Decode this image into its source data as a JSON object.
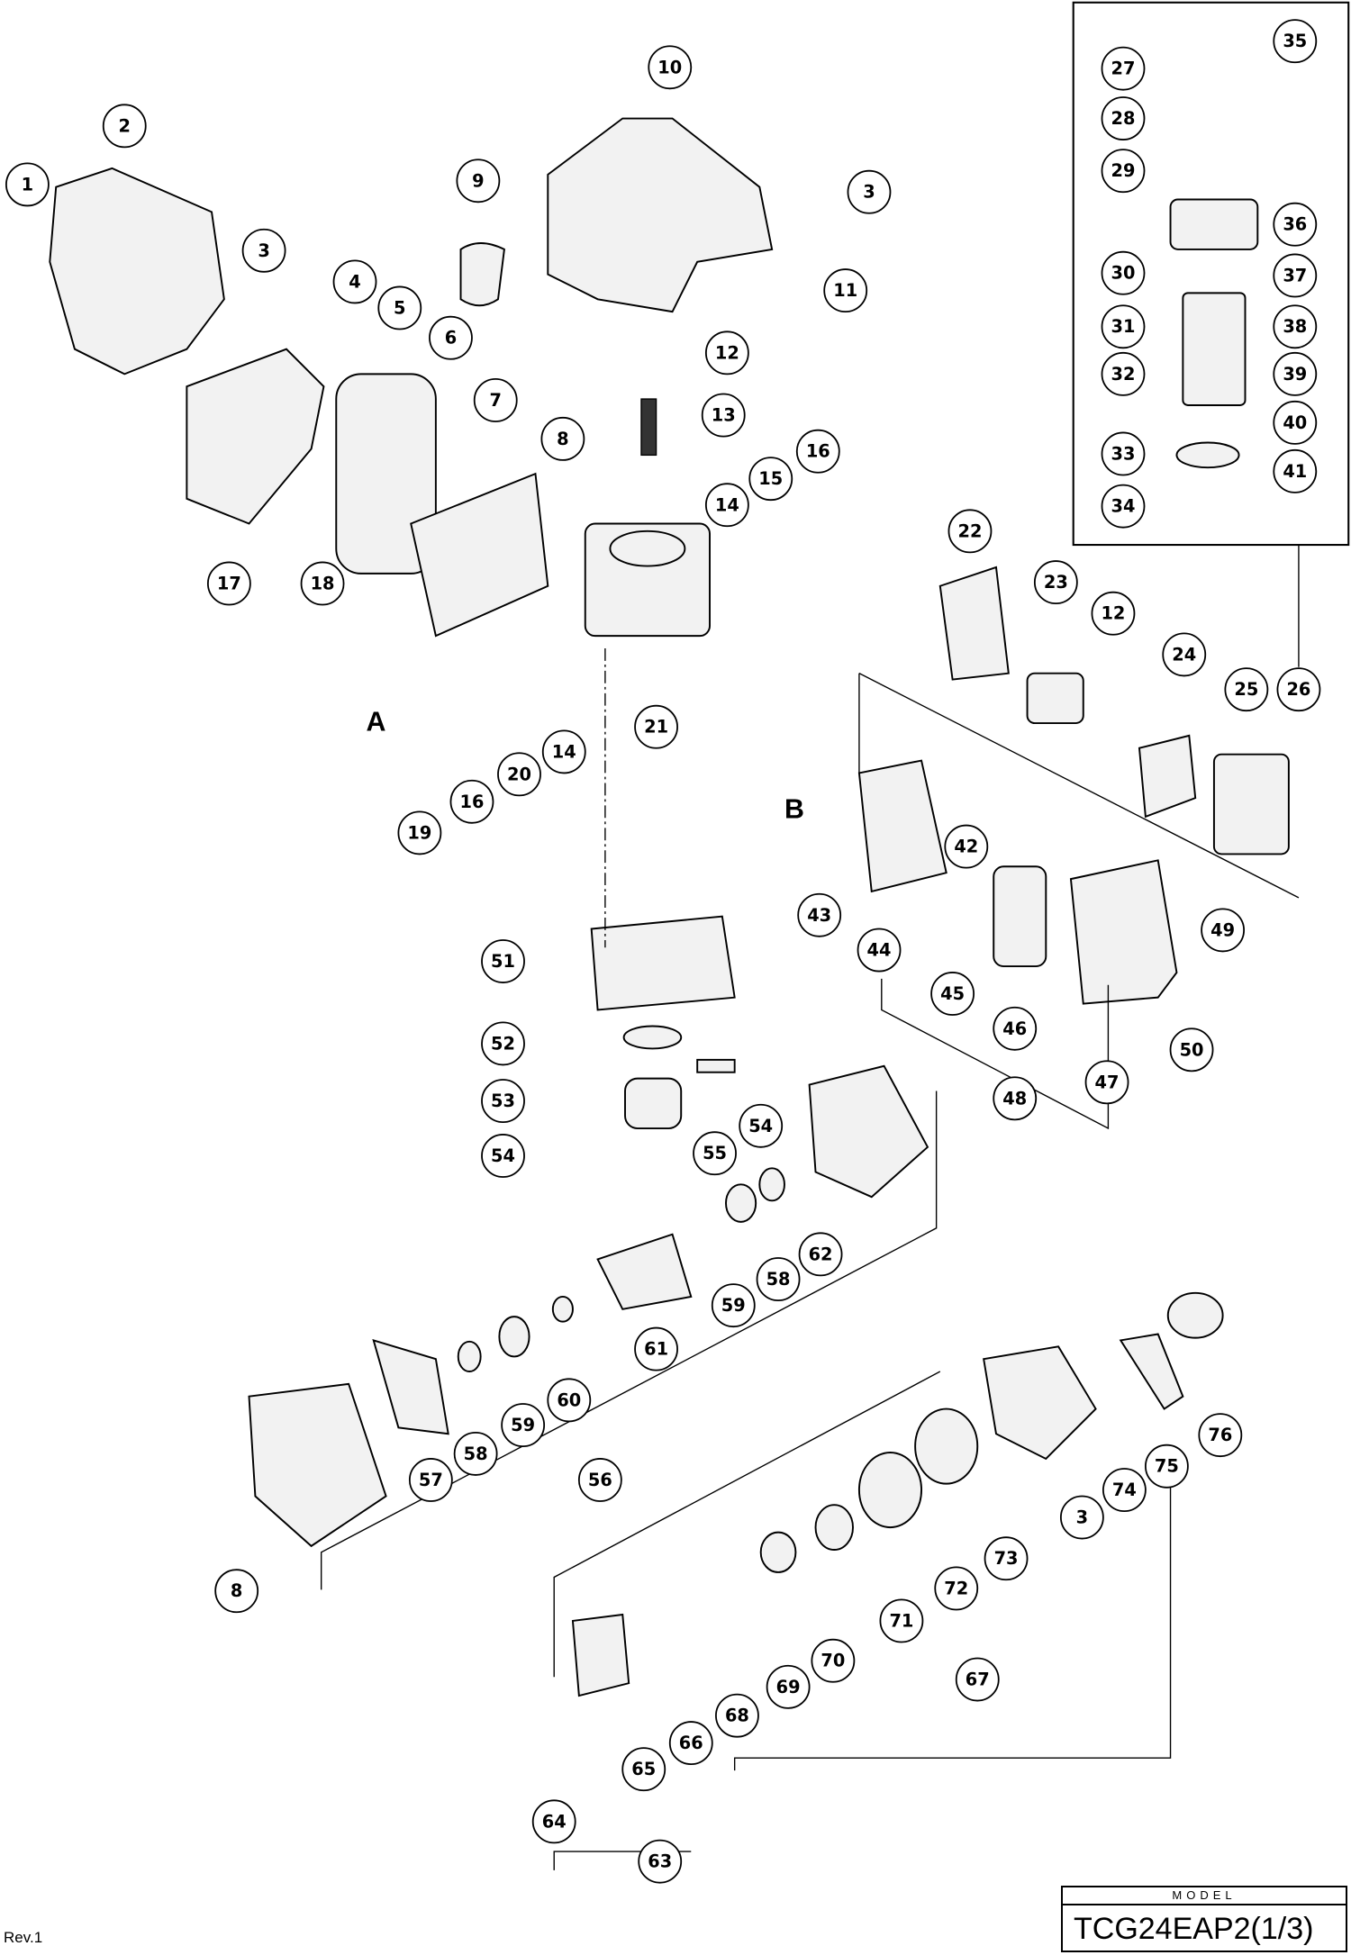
{
  "diagram": {
    "section_labels": [
      "A",
      "B"
    ],
    "callouts": [
      "1",
      "2",
      "3",
      "4",
      "5",
      "6",
      "7",
      "8",
      "9",
      "10",
      "3",
      "11",
      "12",
      "13",
      "14",
      "15",
      "16",
      "17",
      "18",
      "22",
      "23",
      "12",
      "24",
      "25",
      "26",
      "19",
      "16",
      "20",
      "14",
      "21",
      "42",
      "43",
      "44",
      "45",
      "46",
      "49",
      "47",
      "48",
      "50",
      "51",
      "52",
      "53",
      "54",
      "55",
      "54",
      "62",
      "58",
      "59",
      "61",
      "60",
      "59",
      "58",
      "57",
      "56",
      "8",
      "76",
      "75",
      "74",
      "3",
      "73",
      "72",
      "71",
      "70",
      "69",
      "68",
      "67",
      "66",
      "65",
      "64",
      "63",
      "35",
      "27",
      "28",
      "29",
      "36",
      "37",
      "30",
      "31",
      "32",
      "38",
      "39",
      "40",
      "41",
      "33",
      "34"
    ]
  },
  "footer": {
    "revision": "Rev.1",
    "model_label": "MODEL",
    "model_name": "TCG24EAP2(1/3)"
  }
}
